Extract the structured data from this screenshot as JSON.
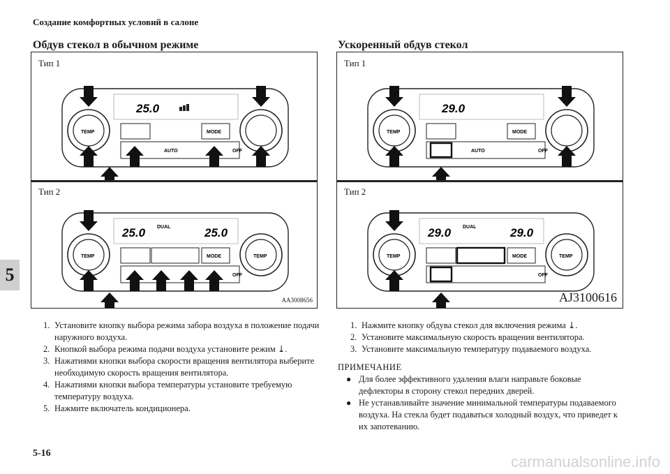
{
  "header": {
    "title": "Создание комфортных условий в салоне"
  },
  "left": {
    "title": "Обдув стекол в обычном режиме",
    "type1": "Тип 1",
    "type2": "Тип 2",
    "fig_code": "AA3008656",
    "steps": [
      {
        "n": "1.",
        "text": "Установите кнопку выбора режима забора воздуха в положение подачи наружного воздуха."
      },
      {
        "n": "2.",
        "text": "Кнопкой выбора режима подачи воздуха установите режим"
      },
      {
        "n": "3.",
        "text": "Нажатиями кнопки выбора скорости вращения вентилятора выберите необходимую скорость вращения вентилятора."
      },
      {
        "n": "4.",
        "text": "Нажатиями кнопки выбора температуры установите требуемую температуру воздуха."
      },
      {
        "n": "5.",
        "text": "Нажмите включатель кондиционера."
      }
    ]
  },
  "right": {
    "title": "Ускоренный обдув стекол",
    "type1": "Тип 1",
    "type2": "Тип 2",
    "fig_code": "AJ3100616",
    "steps": [
      {
        "n": "1.",
        "text": "Нажмите кнопку обдува стекол для включения режима"
      },
      {
        "n": "2.",
        "text": "Установите максимальную скорость вращения вентилятора."
      },
      {
        "n": "3.",
        "text": "Установите максимальную температуру подаваемого воздуха."
      }
    ],
    "note_title": "ПРИМЕЧАНИЕ",
    "notes": [
      "Для более эффективного удаления влаги направьте боковые дефлекторы в сторону стекол передних дверей.",
      "Не устанавливайте значение минимальной температуры подаваемого воздуха. На стекла будет подаваться холодный воздух, что приведет к их запотеванию."
    ]
  },
  "panel_labels": {
    "temp": "TEMP",
    "mode": "MODE",
    "auto": "AUTO",
    "off": "OFF",
    "dual": "DUAL",
    "left_temp1": "25.0",
    "left_temp2": "25.0",
    "left_temp2_right": "25.0",
    "right_temp1": "29.0",
    "right_temp2": "29.0",
    "right_temp2_right": "29.0"
  },
  "chapter": "5",
  "page_number": "5-16",
  "watermark": "carmanualsonline.info"
}
